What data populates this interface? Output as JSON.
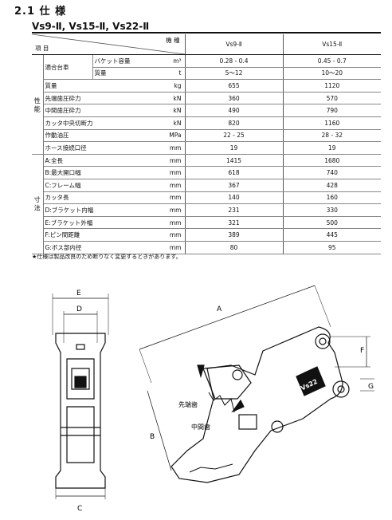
{
  "heading": "2.1 仕 様",
  "models_title": "Vs9-Ⅱ, Vs15-Ⅱ, Vs22-Ⅱ",
  "table": {
    "header_kisyu": "機 種",
    "header_koumoku": "項 目",
    "col1": "Vs9-Ⅱ",
    "col2": "Vs15-Ⅱ",
    "cat_seinou": "性 能",
    "cat_sunpou": "寸 法",
    "group_tekigou": "適合台車",
    "rows_perf": [
      {
        "name": "バケット容量",
        "unit": "m³",
        "v1": "0.28 - 0.4",
        "v2": "0.45 - 0.7"
      },
      {
        "name": "質量",
        "unit": "t",
        "v1": "5～12",
        "v2": "10～20"
      },
      {
        "name": "質量",
        "unit": "kg",
        "v1": "655",
        "v2": "1120"
      },
      {
        "name": "先端歯圧砕力",
        "unit": "kN",
        "v1": "360",
        "v2": "570"
      },
      {
        "name": "中間歯圧砕力",
        "unit": "kN",
        "v1": "490",
        "v2": "790"
      },
      {
        "name": "カッタ中央切断力",
        "unit": "kN",
        "v1": "820",
        "v2": "1160"
      },
      {
        "name": "作動油圧",
        "unit": "MPa",
        "v1": "22 - 25",
        "v2": "28 - 32"
      },
      {
        "name": "ホース接続口径",
        "unit": "mm",
        "v1": "19",
        "v2": "19"
      }
    ],
    "rows_dim": [
      {
        "name": "A:全長",
        "unit": "mm",
        "v1": "1415",
        "v2": "1680"
      },
      {
        "name": "B:最大開口幅",
        "unit": "mm",
        "v1": "618",
        "v2": "740"
      },
      {
        "name": "C:フレーム幅",
        "unit": "mm",
        "v1": "367",
        "v2": "428"
      },
      {
        "name": "カッタ長",
        "unit": "mm",
        "v1": "140",
        "v2": "160"
      },
      {
        "name": "D:ブラケット内幅",
        "unit": "mm",
        "v1": "231",
        "v2": "330"
      },
      {
        "name": "E:ブラケット外幅",
        "unit": "mm",
        "v1": "321",
        "v2": "500"
      },
      {
        "name": "F:ピン間距離",
        "unit": "mm",
        "v1": "389",
        "v2": "445"
      },
      {
        "name": "G:ボス部内径",
        "unit": "mm",
        "v1": "80",
        "v2": "95"
      }
    ]
  },
  "note": "★仕様は製品改良のため断りなく変更するときがあります。",
  "drawing": {
    "dim_e": "E",
    "dim_d": "D",
    "dim_c": "C",
    "dim_a": "A",
    "dim_b": "B",
    "dim_f": "F",
    "dim_g": "G",
    "label_sentan": "先端歯",
    "label_chukan": "中間歯",
    "logo_text": "Vs22"
  }
}
